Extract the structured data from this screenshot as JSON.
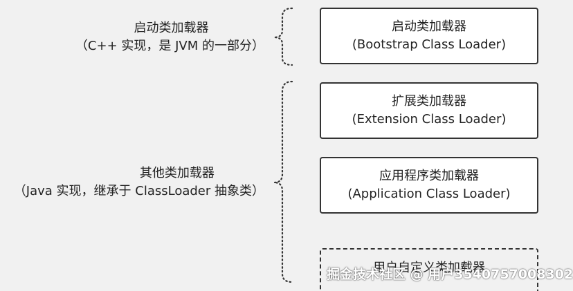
{
  "left_labels": {
    "bootstrap": {
      "line1": "启动类加载器",
      "line2": "（C++ 实现，是 JVM 的一部分）"
    },
    "others": {
      "line1": "其他类加载器",
      "line2": "（Java 实现，继承于 ClassLoader 抽象类）"
    }
  },
  "boxes": [
    {
      "name": "启动类加载器",
      "subtitle": "(Bootstrap Class Loader)"
    },
    {
      "name": "扩展类加载器",
      "subtitle": "(Extension Class Loader)"
    },
    {
      "name": "应用程序类加载器",
      "subtitle": "(Application Class Loader)"
    },
    {
      "name": "用户自定义类加载器"
    }
  ],
  "watermark": "掘金技术社区 @ 用户3540757008302"
}
